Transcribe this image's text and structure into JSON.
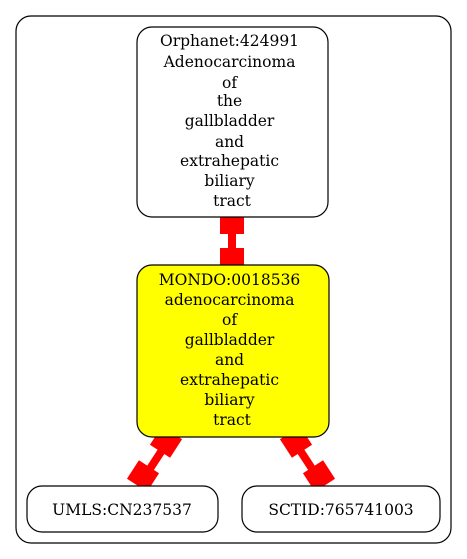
{
  "nodes": {
    "orphanet": {
      "lines": [
        "Orphanet:424991",
        "Adenocarcinoma",
        "of",
        "the",
        "gallbladder",
        "and",
        "extrahepatic",
        "biliary",
        "tract"
      ],
      "fill": "#ffffff"
    },
    "mondo": {
      "lines": [
        "MONDO:0018536",
        "adenocarcinoma",
        "of",
        "gallbladder",
        "and",
        "extrahepatic",
        "biliary",
        "tract"
      ],
      "fill": "#ffff00"
    },
    "umls": {
      "lines": [
        "UMLS:CN237537"
      ],
      "fill": "#ffffff"
    },
    "sctid": {
      "lines": [
        "SCTID:765741003"
      ],
      "fill": "#ffffff"
    }
  },
  "colors": {
    "edge": "#ff0000",
    "stroke": "#000000",
    "background": "#ffffff"
  },
  "edges": [
    {
      "from": "orphanet",
      "to": "mondo"
    },
    {
      "from": "mondo",
      "to": "umls"
    },
    {
      "from": "mondo",
      "to": "sctid"
    }
  ]
}
